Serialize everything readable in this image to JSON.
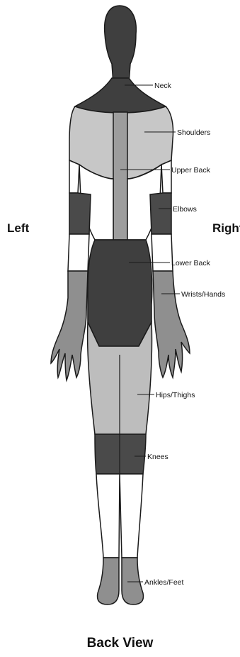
{
  "title": "Back View",
  "side_labels": {
    "left": "Left",
    "right": "Right"
  },
  "regions": [
    {
      "id": "neck",
      "label": "Neck",
      "color": "#3f3f3f"
    },
    {
      "id": "shoulders",
      "label": "Shoulders",
      "color": "#c7c7c7"
    },
    {
      "id": "upper-back",
      "label": "Upper Back",
      "color": "#9d9d9d"
    },
    {
      "id": "elbows",
      "label": "Elbows",
      "color": "#4a4a4a"
    },
    {
      "id": "lower-back",
      "label": "Lower Back",
      "color": "#3f3f3f"
    },
    {
      "id": "wrists-hands",
      "label": "Wrists/Hands",
      "color": "#8f8f8f"
    },
    {
      "id": "hips-thighs",
      "label": "Hips/Thighs",
      "color": "#bdbdbd"
    },
    {
      "id": "knees",
      "label": "Knees",
      "color": "#4a4a4a"
    },
    {
      "id": "ankles-feet",
      "label": "Ankles/Feet",
      "color": "#8f8f8f"
    }
  ],
  "colors": {
    "outline": "#1a1a1a",
    "body": "#ffffff",
    "head": "#3f3f3f"
  }
}
